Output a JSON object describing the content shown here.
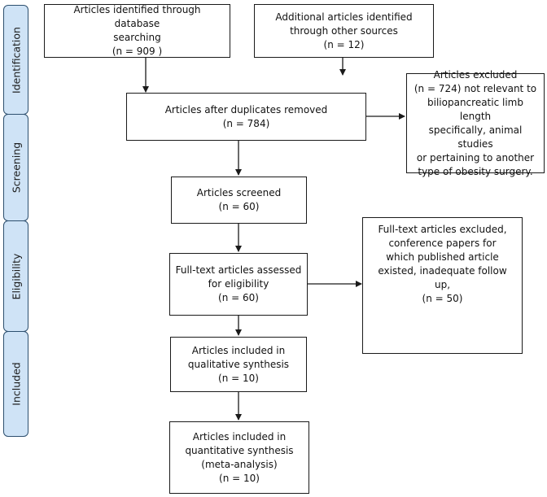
{
  "phases": {
    "identification": "Identification",
    "screening": "Screening",
    "eligibility": "Eligibility",
    "included": "Included"
  },
  "boxes": {
    "db_search": "Articles identified through database\nsearching\n(n = 909 )",
    "other_sources": "Additional articles identified\nthrough other sources\n(n = 12)",
    "after_duplicates": "Articles after duplicates removed\n(n = 784)",
    "excluded_records": "Articles excluded\n(n = 724) not relevant to\nbiliopancreatic limb length\nspecifically, animal studies\nor pertaining to another\ntype of obesity surgery.",
    "screened": "Articles screened\n(n = 60)",
    "fulltext_assessed": "Full-text articles assessed\nfor eligibility\n(n = 60)",
    "fulltext_excluded": "Full-text articles excluded,\nconference papers for\nwhich published article\nexisted, inadequate follow\nup,\n(n = 50)",
    "qualitative": "Articles included in\nqualitative synthesis\n(n = 10)",
    "quantitative": "Articles included in\nquantitative synthesis\n(meta-analysis)\n(n = 10)"
  },
  "colors": {
    "phase_fill": "#cfe3f6",
    "phase_border": "#2d4f6e",
    "box_border": "#1a1a1a"
  }
}
